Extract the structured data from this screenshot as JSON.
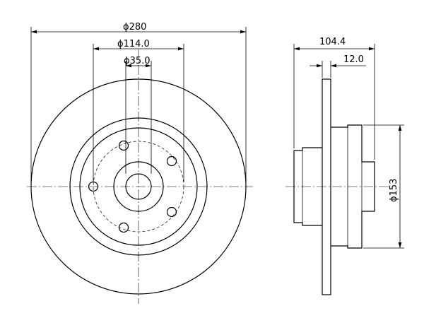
{
  "dimensions": {
    "outer_diameter": "ϕ280",
    "bolt_circle": "ϕ114.0",
    "center_bore": "ϕ35.0",
    "overall_width": "104.4",
    "disc_thickness": "12.0",
    "hub_diameter": "ϕ153"
  },
  "colors": {
    "line": "#000000",
    "background": "#ffffff"
  }
}
